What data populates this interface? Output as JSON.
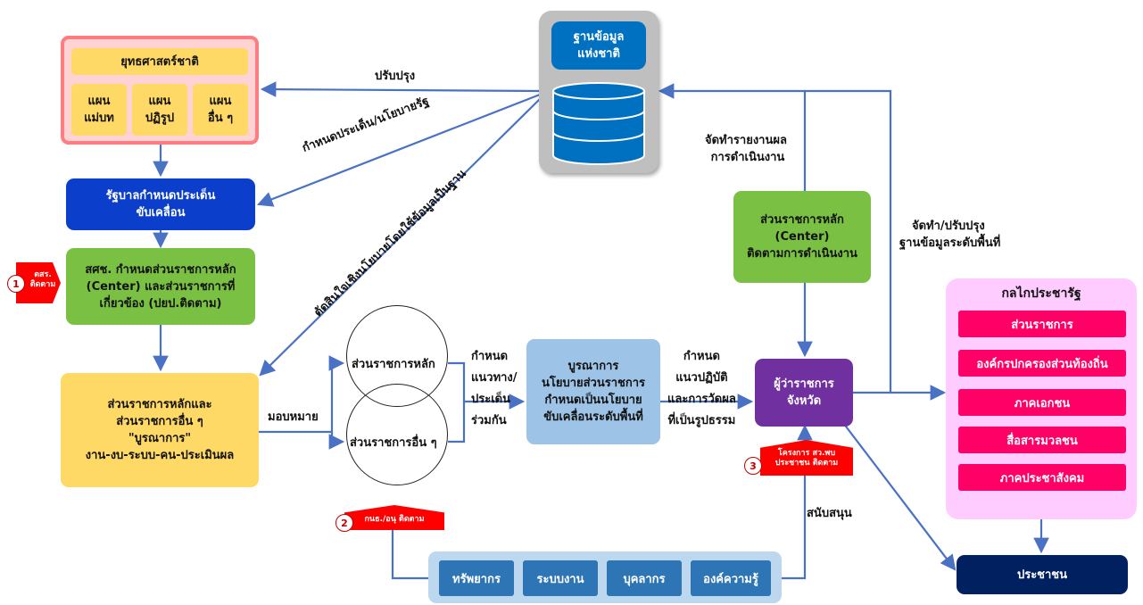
{
  "strategy": {
    "title": "ยุทธศาสตร์ชาติ",
    "plans": [
      {
        "line1": "แผน",
        "line2": "แม่บท"
      },
      {
        "line1": "แผน",
        "line2": "ปฏิรูป"
      },
      {
        "line1": "แผน",
        "line2": "อื่น ๆ"
      }
    ]
  },
  "gov": {
    "line1": "รัฐบาลกำหนดประเด็น",
    "line2": "ขับเคลื่อน"
  },
  "nesdc": {
    "line1": "สศช. กำหนดส่วนราชการหลัก",
    "line2": "(Center) และส่วนราชการที่",
    "line3": "เกี่ยวข้อง (ปยป.ติดตาม)"
  },
  "agencies": {
    "line1": "ส่วนราชการหลักและ",
    "line2": "ส่วนราชการอื่น ๆ",
    "line3": "\"บูรณาการ\"",
    "line4": "งาน-งบ-ระบบ-คน-ประเมินผล"
  },
  "database": {
    "line1": "ฐานข้อมูล",
    "line2": "แห่งชาติ"
  },
  "center_box": {
    "line1": "ส่วนราชการหลัก",
    "line2": "(Center)",
    "line3": "ติดตามการดำเนินงาน"
  },
  "circles": {
    "main": "ส่วนราชการหลัก",
    "other": "ส่วนราชการอื่น ๆ"
  },
  "integrate": {
    "line1": "บูรณาการ",
    "line2": "นโยบายส่วนราชการ",
    "line3": "กำหนดเป็นนโยบาย",
    "line4": "ขับเคลื่อนระดับพื้นที่"
  },
  "governor": {
    "line1": "ผู้ว่าราชการ",
    "line2": "จังหวัด"
  },
  "state_mechanism": {
    "title": "กลไกประชารัฐ",
    "items": [
      "ส่วนราชการ",
      "องค์กรปกครองส่วนท้องถิ่น",
      "ภาคเอกชน",
      "สื่อสารมวลชน",
      "ภาคประชาสังคม"
    ]
  },
  "people": "ประชาชน",
  "resources": [
    "ทรัพยากร",
    "ระบบงาน",
    "บุคลากร",
    "องค์ความรู้"
  ],
  "labels": {
    "improve": "ปรับปรุง",
    "set_policy": "กำหนดประเด็น/นโยบายรัฐ",
    "decide": "ตัดสินใจเชิงนโยบายโดยใช้ข้อมูลเป็นฐาน",
    "report_1": "จัดทำรายงานผล",
    "report_2": "การดำเนินงาน",
    "local_db_1": "จัดทำ/ปรับปรุง",
    "local_db_2": "ฐานข้อมูลระดับพื้นที่",
    "assign": "มอบหมาย",
    "guide_1": "กำหนด",
    "guide_2": "แนวทาง/",
    "guide_3": "ประเด็น",
    "guide_4": "ร่วมกัน",
    "practice_1": "กำหนด",
    "practice_2": "แนวปฏิบัติ",
    "practice_3": "และการวัดผล",
    "practice_4": "ที่เป็นรูปธรรม",
    "support": "สนับสนุน"
  },
  "flags": {
    "f1_num": "1",
    "f1_l1": "ตสร.",
    "f1_l2": "ติดตาม",
    "f2_num": "2",
    "f2_text": "กนธ./อนุ ติดตาม",
    "f3_num": "3",
    "f3_l1": "โครงการ สว.พบ",
    "f3_l2": "ประชาชน ติดตาม"
  },
  "colors": {
    "wire": "#4a72c4",
    "strategy_border": "#ff7c80",
    "strategy_fill": "#ffd3d3",
    "yellow": "#ffd966",
    "gov_blue": "#0b3fcb",
    "green": "#7ac143",
    "db_blue": "#0070c0",
    "governor": "#7030a0",
    "pink_panel": "#ffccff",
    "pink_item": "#ff0066",
    "navy": "#002060",
    "flag_red": "#ff0000"
  }
}
